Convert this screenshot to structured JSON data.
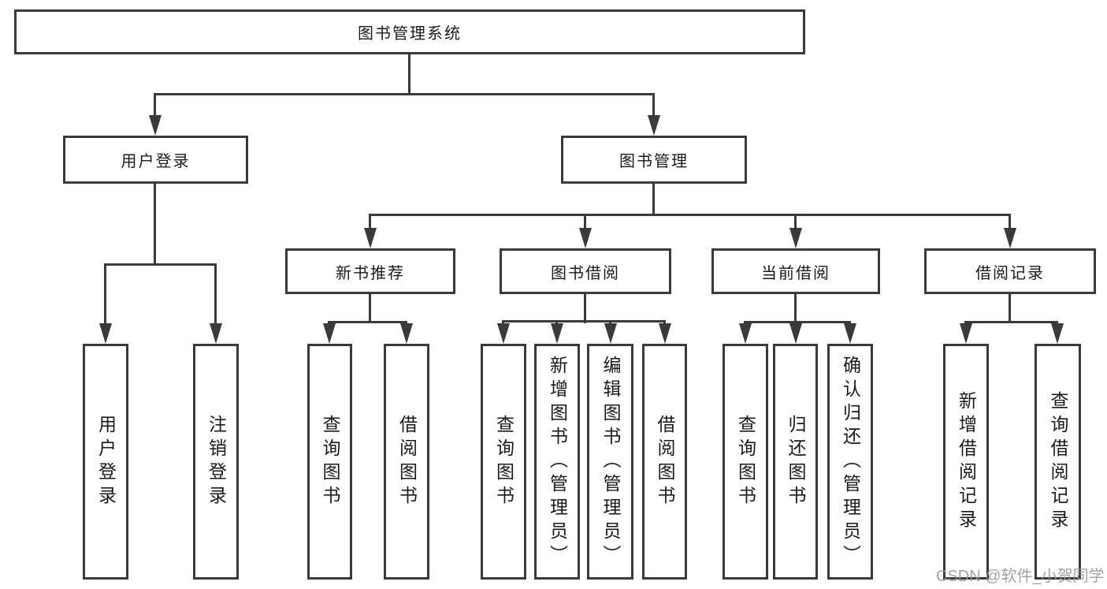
{
  "diagram": {
    "title_node": "图书管理系统",
    "level2": [
      {
        "id": "user-login",
        "label": "用户登录"
      },
      {
        "id": "book-management",
        "label": "图书管理"
      }
    ],
    "level3": [
      {
        "id": "new-book-recommend",
        "label": "新书推荐",
        "parent": "图书管理"
      },
      {
        "id": "book-borrow",
        "label": "图书借阅",
        "parent": "图书管理"
      },
      {
        "id": "current-borrow",
        "label": "当前借阅",
        "parent": "图书管理"
      },
      {
        "id": "borrow-records",
        "label": "借阅记录",
        "parent": "图书管理"
      }
    ],
    "leaves": [
      {
        "id": "leaf-user-login",
        "label": "用户登录",
        "parent": "用户登录"
      },
      {
        "id": "leaf-logout",
        "label": "注销登录",
        "parent": "用户登录"
      },
      {
        "id": "leaf-query-books-recommend",
        "label": "查询图书",
        "parent": "新书推荐"
      },
      {
        "id": "leaf-borrow-books-recommend",
        "label": "借阅图书",
        "parent": "新书推荐"
      },
      {
        "id": "leaf-query-books-borrow",
        "label": "查询图书",
        "parent": "图书借阅"
      },
      {
        "id": "leaf-add-books-admin",
        "label": "新增图书（管理员）",
        "parent": "图书借阅"
      },
      {
        "id": "leaf-edit-books-admin",
        "label": "编辑图书（管理员）",
        "parent": "图书借阅"
      },
      {
        "id": "leaf-borrow-books",
        "label": "借阅图书",
        "parent": "图书借阅"
      },
      {
        "id": "leaf-query-books-current",
        "label": "查询图书",
        "parent": "当前借阅"
      },
      {
        "id": "leaf-return-books",
        "label": "归还图书",
        "parent": "当前借阅"
      },
      {
        "id": "leaf-confirm-return-admin",
        "label": "确认归还（管理员）",
        "parent": "当前借阅"
      },
      {
        "id": "leaf-add-borrow-record",
        "label": "新增借阅记录",
        "parent": "借阅记录"
      },
      {
        "id": "leaf-query-borrow-record",
        "label": "查询借阅记录",
        "parent": "借阅记录"
      }
    ]
  },
  "watermark": "CSDN @软件_小贺同学",
  "colors": {
    "line": "#3a3a3a",
    "text": "#1a1a1a",
    "background": "#ffffff",
    "watermark": "#94949d"
  }
}
